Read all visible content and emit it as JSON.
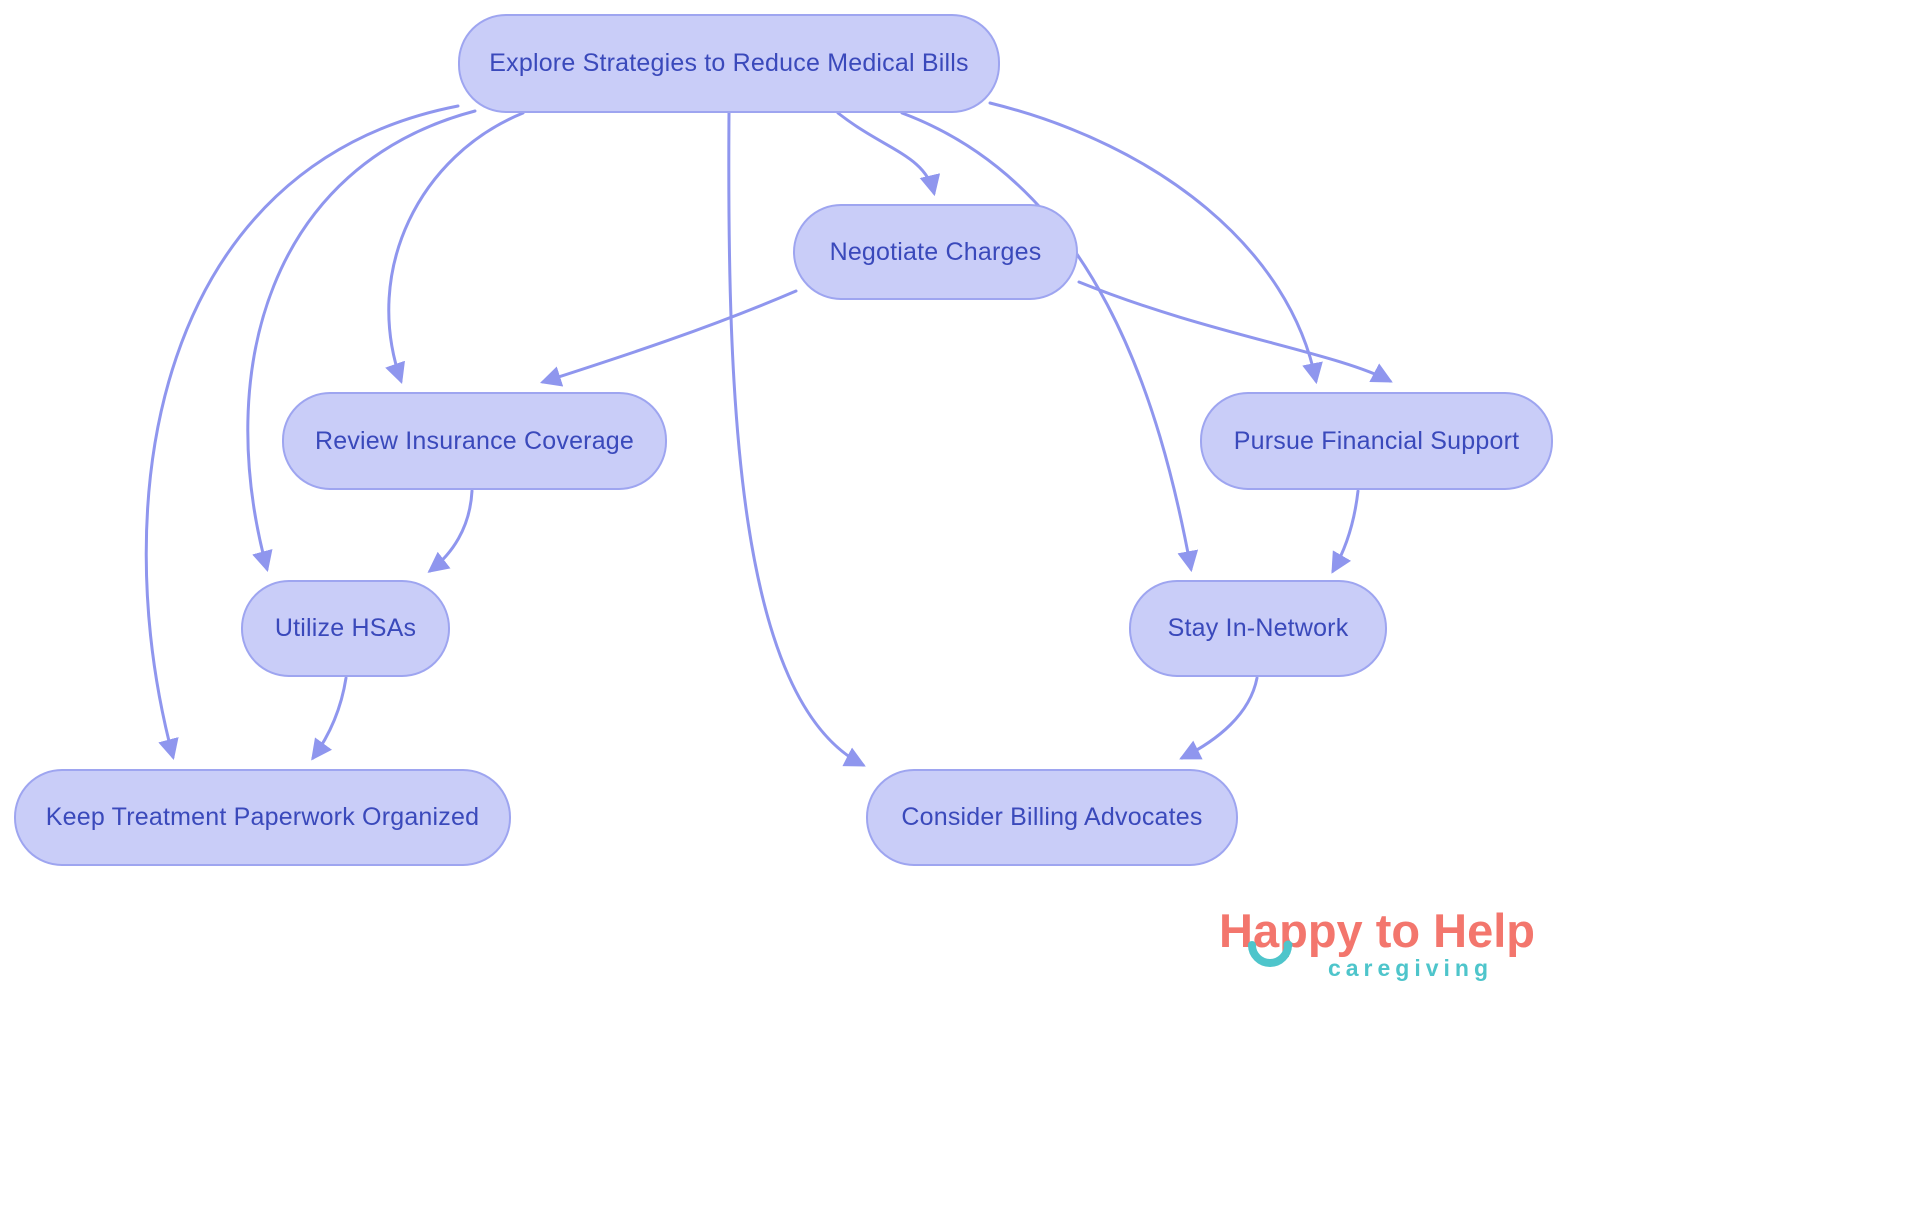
{
  "diagram": {
    "nodes": [
      {
        "id": "explore",
        "label": "Explore Strategies to Reduce Medical Bills"
      },
      {
        "id": "negotiate",
        "label": "Negotiate Charges"
      },
      {
        "id": "review",
        "label": "Review Insurance Coverage"
      },
      {
        "id": "pursue",
        "label": "Pursue Financial Support"
      },
      {
        "id": "hsa",
        "label": "Utilize HSAs"
      },
      {
        "id": "network",
        "label": "Stay In-Network"
      },
      {
        "id": "paperwork",
        "label": "Keep Treatment Paperwork Organized"
      },
      {
        "id": "advocates",
        "label": "Consider Billing Advocates"
      }
    ],
    "edges": [
      {
        "from": "explore",
        "to": "negotiate"
      },
      {
        "from": "explore",
        "to": "review"
      },
      {
        "from": "explore",
        "to": "pursue"
      },
      {
        "from": "explore",
        "to": "hsa"
      },
      {
        "from": "explore",
        "to": "network"
      },
      {
        "from": "explore",
        "to": "paperwork"
      },
      {
        "from": "explore",
        "to": "advocates"
      },
      {
        "from": "negotiate",
        "to": "review"
      },
      {
        "from": "negotiate",
        "to": "pursue"
      },
      {
        "from": "review",
        "to": "hsa"
      },
      {
        "from": "pursue",
        "to": "network"
      },
      {
        "from": "hsa",
        "to": "paperwork"
      },
      {
        "from": "network",
        "to": "advocates"
      }
    ],
    "colors": {
      "node_fill": "#c9cdf8",
      "node_border": "#9ea5f0",
      "node_text": "#3a49bb",
      "edge": "#8f96ee"
    }
  },
  "logo": {
    "title": "Happy to Help",
    "subtitle": "caregiving",
    "title_color": "#f3766d",
    "subtitle_color": "#4ec5cb"
  }
}
